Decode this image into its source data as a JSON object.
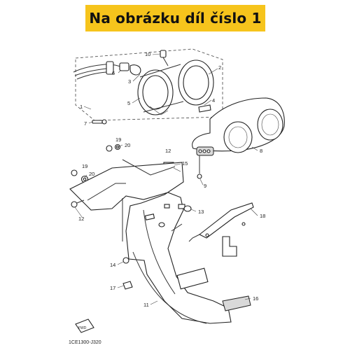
{
  "header": {
    "title": "Na obrázku díl číslo 1"
  },
  "diagram": {
    "callouts": {
      "c1": "1",
      "c2": "2",
      "c3": "3",
      "c4": "4",
      "c5": "5",
      "c6": "6",
      "c7": "7",
      "c8": "8",
      "c9": "9",
      "c10": "10",
      "c11": "11",
      "c12a": "12",
      "c12b": "12",
      "c13": "13",
      "c14": "14",
      "c15": "15",
      "c16": "16",
      "c17": "17",
      "c18": "18",
      "c19a": "19",
      "c19b": "19",
      "c20a": "20",
      "c20b": "20"
    },
    "front_marker": "FWD",
    "code": "1CE1300-J320"
  }
}
